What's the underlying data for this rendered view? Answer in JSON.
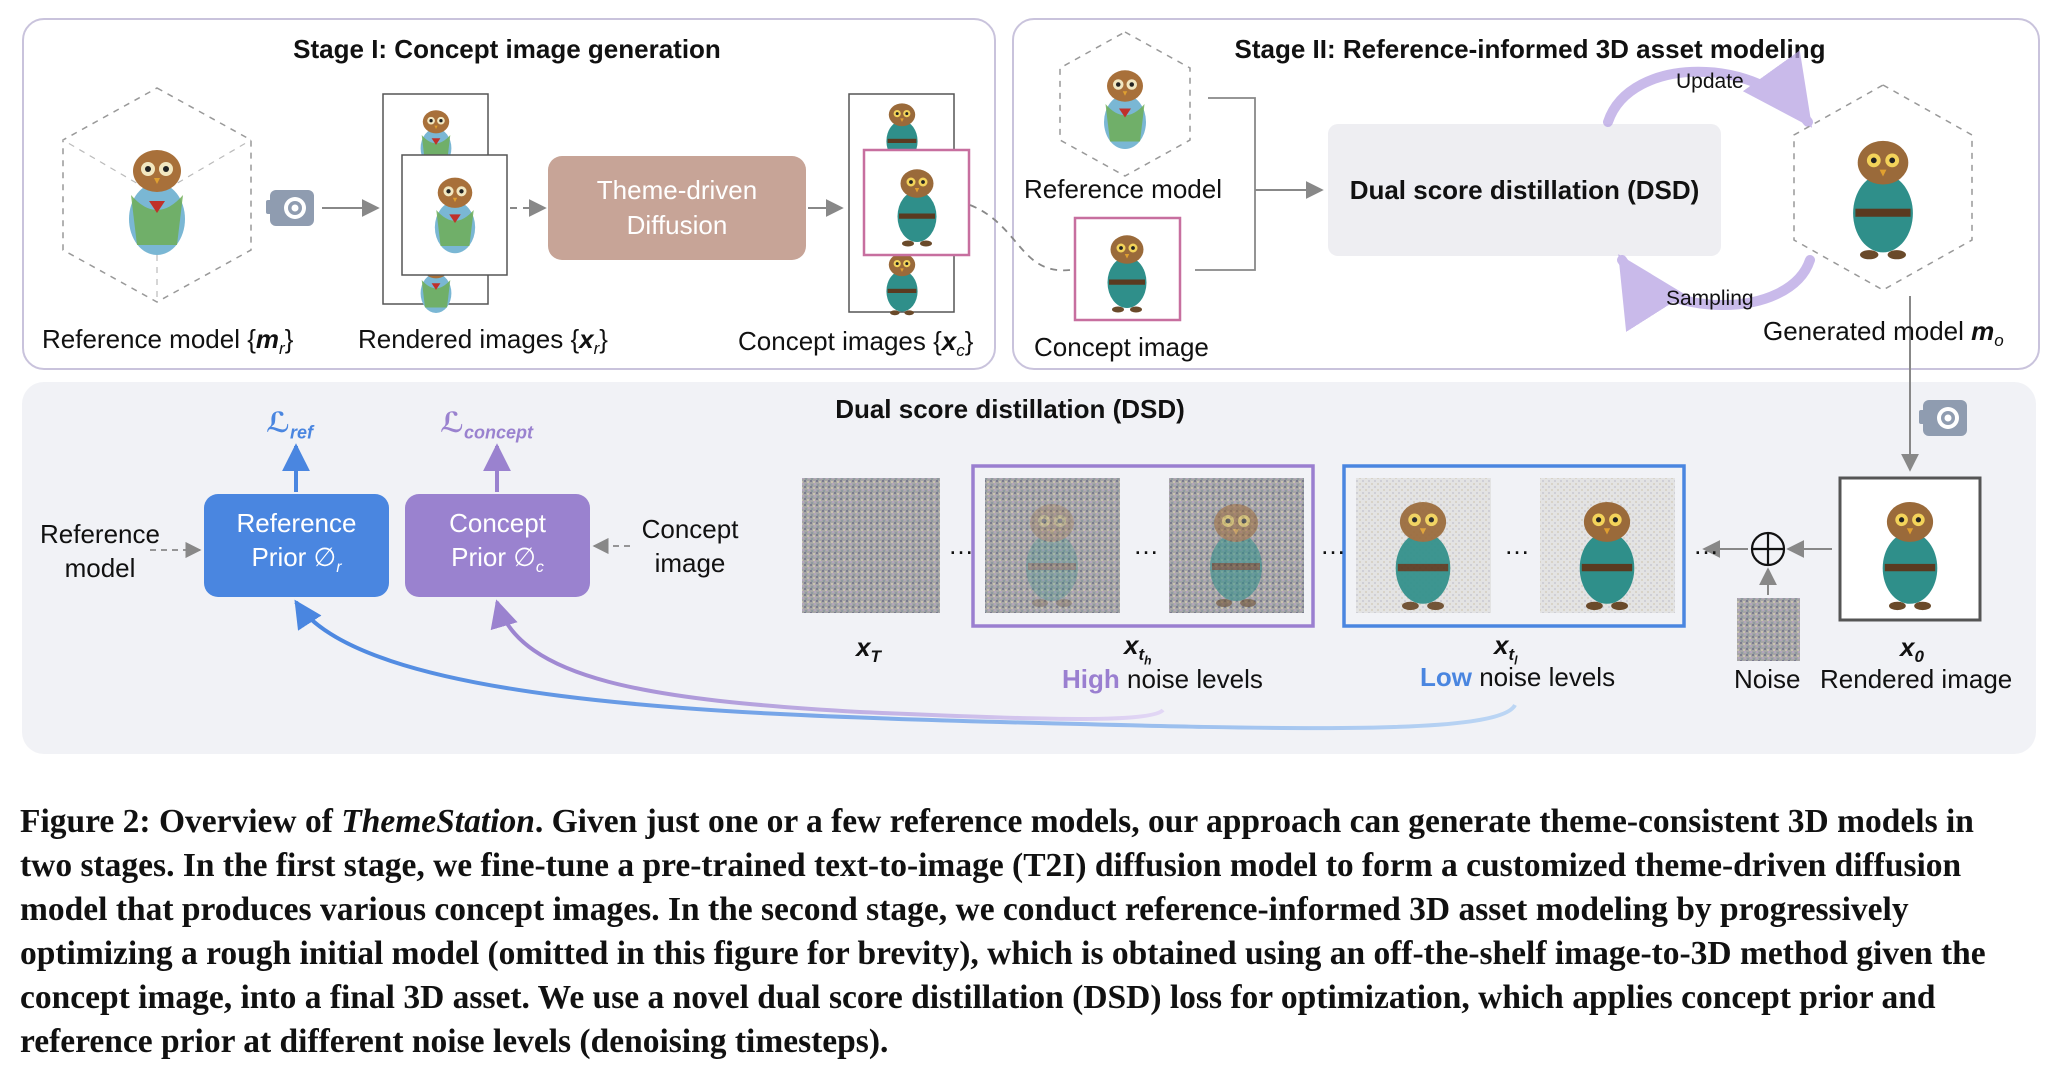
{
  "stage1": {
    "title": "Stage I: Concept image generation",
    "reference_model_label": "Reference model {",
    "reference_model_sym": "m",
    "reference_model_sub": "r",
    "rendered_images_label": "Rendered images {",
    "rendered_images_sym": "x",
    "rendered_images_sub": "r",
    "diffusion_label_line1": "Theme-driven",
    "diffusion_label_line2": "Diffusion",
    "concept_images_label": "Concept images {",
    "concept_images_sym": "x",
    "concept_images_sub": "c"
  },
  "stage2": {
    "title": "Stage II: Reference-informed 3D asset modeling",
    "reference_model_label": "Reference model",
    "concept_image_label": "Concept image",
    "dsd_box_label": "Dual score distillation (DSD)",
    "update_label": "Update",
    "sampling_label": "Sampling",
    "generated_model_label": "Generated model ",
    "generated_model_sym": "m",
    "generated_model_sub": "o"
  },
  "dsd": {
    "title": "Dual score distillation (DSD)",
    "loss_ref": "ℒ",
    "loss_ref_sub": "ref",
    "loss_concept": "ℒ",
    "loss_concept_sub": "concept",
    "ref_prior_line1": "Reference",
    "ref_prior_line2": "Prior ∅",
    "ref_prior_sub": "r",
    "concept_prior_line1": "Concept",
    "concept_prior_line2": "Prior ∅",
    "concept_prior_sub": "c",
    "reference_input_line1": "Reference",
    "reference_input_line2": "model",
    "concept_input_line1": "Concept",
    "concept_input_line2": "image",
    "xT": "x",
    "xT_sub": "T",
    "xth": "x",
    "xth_sub": "t",
    "xth_subsub": "h",
    "xtl": "x",
    "xtl_sub": "t",
    "xtl_subsub": "l",
    "high_word": "High",
    "high_rest": " noise levels",
    "low_word": "Low",
    "low_rest": " noise levels",
    "noise_label": "Noise",
    "x0": "x",
    "x0_sub": "0",
    "rendered_image_label": "Rendered image",
    "ellipsis": "…"
  },
  "caption": {
    "prefix": "Figure 2: Overview of ",
    "name": "ThemeStation",
    "body": ". Given just one or a few reference models, our approach can generate theme-consistent 3D models in two stages. In the first stage, we fine-tune a pre-trained text-to-image (T2I) diffusion model to form a customized theme-driven diffusion model that produces various concept images. In the second stage, we conduct reference-informed 3D asset modeling by progressively optimizing a rough initial model (omitted in this figure for brevity), which is obtained using an off-the-shelf image-to-3D method given the concept image, into a final 3D asset. We use a novel dual score distillation (DSD) loss for optimization, which applies concept prior and reference prior at different noise levels (denoising timesteps)."
  },
  "colors": {
    "panel_border": "#c9c3dc",
    "diffusion_fill": "#c7a497",
    "dsd_box_fill": "#eeeef2",
    "ref_prior_fill": "#4a86e0",
    "concept_prior_fill": "#9a82cf",
    "high_color": "#9a7fd0",
    "low_color": "#4a86e0",
    "concept_border": "#c76f9f",
    "camera": "#8f9cb0"
  }
}
